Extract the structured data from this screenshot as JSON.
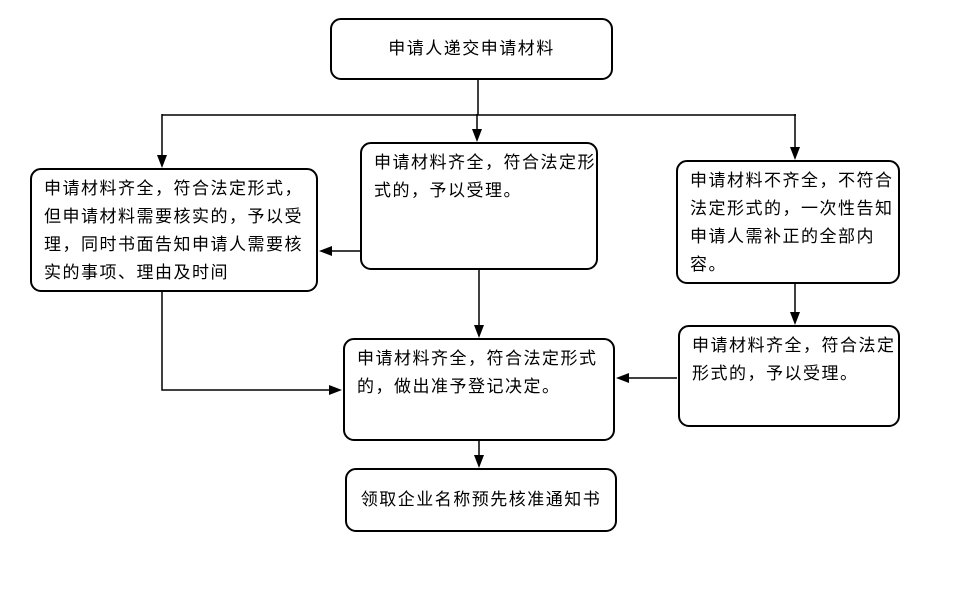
{
  "page": {
    "background_color": "#ffffff"
  },
  "diagram": {
    "type": "flowchart",
    "colors": {
      "line": "#000000",
      "node_border": "#000000",
      "node_fill": "#ffffff",
      "text": "#000000"
    },
    "nodes": [
      {
        "id": "submit",
        "lines": [
          "申请人递交申请材料"
        ]
      },
      {
        "id": "accept-with-verification",
        "lines": [
          "申请材料齐全，符合法定形式，",
          "但申请材料需要核实的，予以受",
          "理，同时书面告知申请人需要核",
          "实的事项、理由及时间"
        ]
      },
      {
        "id": "accept-direct",
        "lines": [
          "申请材料齐全，符合法定形",
          "式的，予以受理。"
        ]
      },
      {
        "id": "incomplete-notify-correction",
        "lines": [
          "申请材料不齐全，不符合",
          "法定形式的，一次性告知",
          "申请人需补正的全部内",
          "容。"
        ]
      },
      {
        "id": "accept-after-correction",
        "lines": [
          "申请材料齐全，符合法定",
          "形式的，予以受理。"
        ]
      },
      {
        "id": "approve-registration-decision",
        "lines": [
          "申请材料齐全，符合法定形式",
          "的，做出准予登记决定。"
        ]
      },
      {
        "id": "receive-notice",
        "lines": [
          "领取企业名称预先核准通知书"
        ]
      }
    ],
    "edges": [
      {
        "from": "submit",
        "to": "accept-with-verification"
      },
      {
        "from": "submit",
        "to": "accept-direct"
      },
      {
        "from": "submit",
        "to": "incomplete-notify-correction"
      },
      {
        "from": "accept-direct",
        "to": "accept-with-verification"
      },
      {
        "from": "accept-with-verification",
        "to": "approve-registration-decision"
      },
      {
        "from": "accept-direct",
        "to": "approve-registration-decision"
      },
      {
        "from": "incomplete-notify-correction",
        "to": "accept-after-correction"
      },
      {
        "from": "accept-after-correction",
        "to": "approve-registration-decision"
      },
      {
        "from": "approve-registration-decision",
        "to": "receive-notice"
      }
    ]
  }
}
